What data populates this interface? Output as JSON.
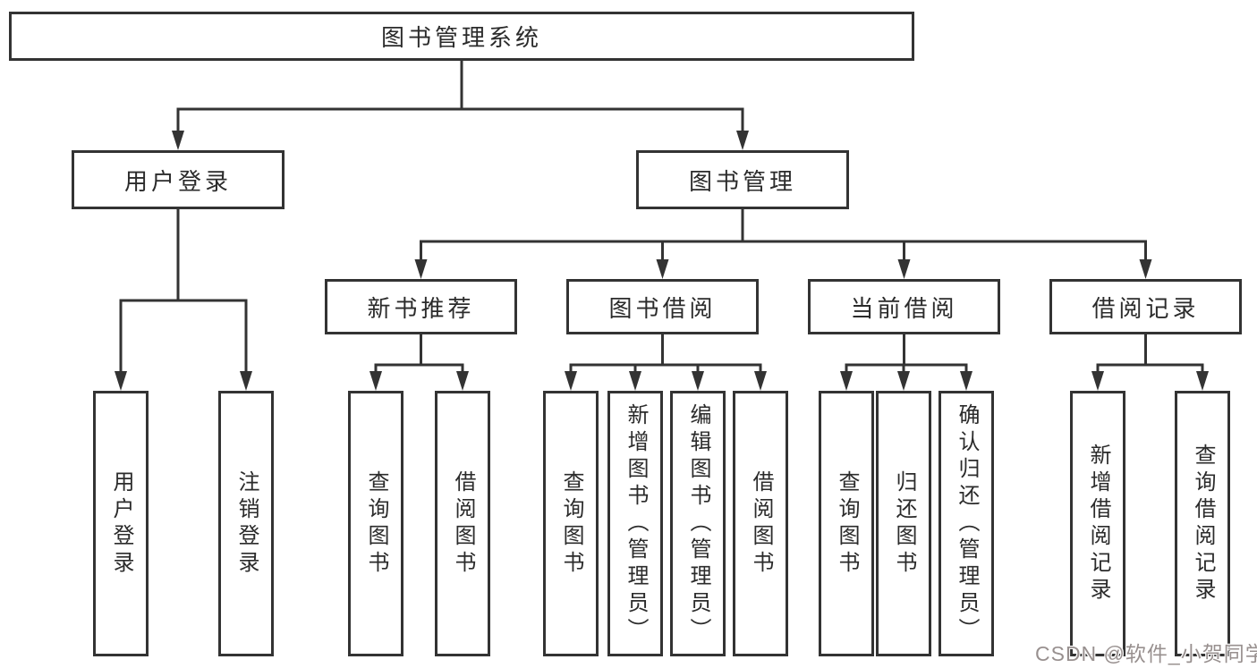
{
  "tree": {
    "label": "图书管理系统",
    "children": [
      {
        "label": "用户登录",
        "children": [
          {
            "label": "用户登录"
          },
          {
            "label": "注销登录"
          }
        ]
      },
      {
        "label": "图书管理",
        "children": [
          {
            "label": "新书推荐",
            "children": [
              {
                "label": "查询图书"
              },
              {
                "label": "借阅图书"
              }
            ]
          },
          {
            "label": "图书借阅",
            "children": [
              {
                "label": "查询图书"
              },
              {
                "label": "新增图书（管理员）"
              },
              {
                "label": "编辑图书（管理员）"
              },
              {
                "label": "借阅图书"
              }
            ]
          },
          {
            "label": "当前借阅",
            "children": [
              {
                "label": "查询图书"
              },
              {
                "label": "归还图书"
              },
              {
                "label": "确认归还（管理员）"
              }
            ]
          },
          {
            "label": "借阅记录",
            "children": [
              {
                "label": "新增借阅记录"
              },
              {
                "label": "查询借阅记录"
              }
            ]
          }
        ]
      }
    ]
  },
  "watermark": {
    "text": "CSDN @软件_小贺同学",
    "color": "#98908f"
  },
  "colors": {
    "line": "#333333",
    "border": "#333333",
    "text": "#2b2b2b",
    "background": "#ffffff"
  }
}
